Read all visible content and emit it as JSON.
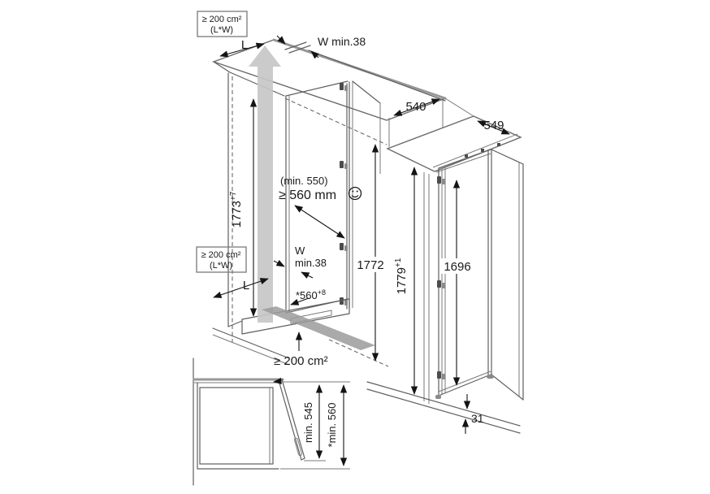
{
  "figure": {
    "title": "built-in appliance niche installation dimensions diagram",
    "units": "mm"
  },
  "colors": {
    "airflow_arrow_gray": "#c7c7c7",
    "airflow_streak_gray": "#9b9b9b",
    "drawing_line": "#5f5f5f",
    "dimension_line": "#141414",
    "background": "#ffffff"
  },
  "labels": {
    "top_vent_box": {
      "line1": "≥ 200 cm²",
      "line2": "(L*W)"
    },
    "top_gap": "W min.38",
    "top_depth_letter": "L",
    "niche_height": {
      "main": "1773",
      "sup": "+7"
    },
    "depth_min_note": "(min. 550)",
    "depth_min": "≥ 560 mm",
    "side_gap": {
      "line1": "W",
      "line2": "min.38"
    },
    "niche_width": {
      "main": "*560",
      "sup": "+8"
    },
    "mid_vent_box": {
      "line1": "≥ 200 cm²",
      "line2": "(L*W)"
    },
    "mid_depth_letter": "L",
    "bottom_vent": "≥ 200 cm²",
    "appliance_top_width": "540",
    "appliance_top_depth": "549",
    "appliance_body_height": "1772",
    "appliance_total_height": {
      "main": "1779",
      "sup": "+1"
    },
    "door_height": "1696",
    "bottom_clearance": "31",
    "inset_depth_min": "min. 545",
    "inset_depth_total": "*min. 560"
  },
  "icons": {
    "smiley": "ok-smiley-face",
    "airflow": "upward-airflow-arrow"
  }
}
